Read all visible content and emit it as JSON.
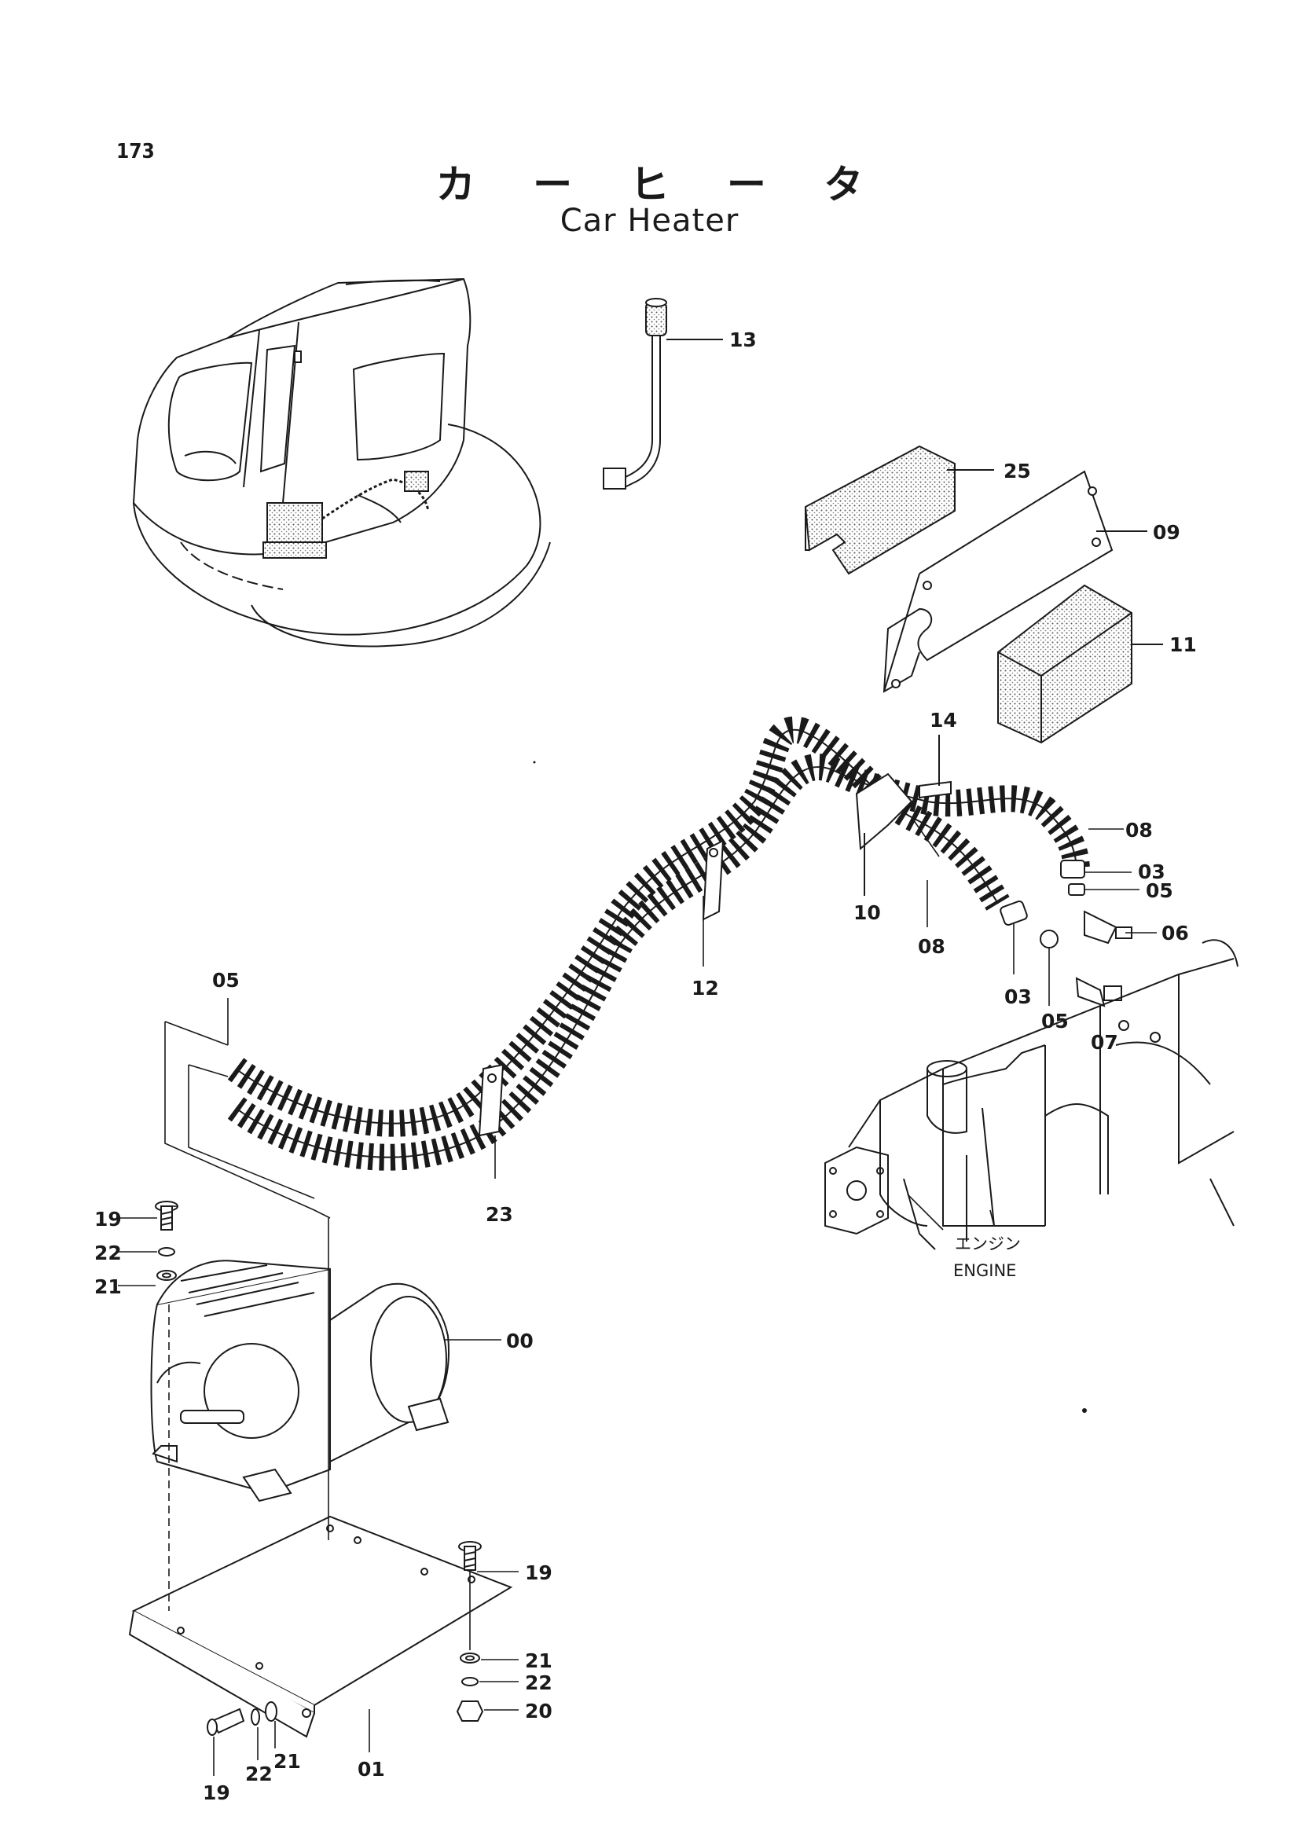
{
  "page": {
    "number": "173"
  },
  "title": {
    "japanese": "カ ー ヒ ー タ",
    "english": "Car Heater"
  },
  "engine_label": {
    "japanese": "エンジン",
    "english": "ENGINE"
  },
  "callouts": [
    "13",
    "25",
    "09",
    "11",
    "14",
    "08",
    "03",
    "05",
    "10",
    "06",
    "08",
    "12",
    "03",
    "05",
    "07",
    "05",
    "23",
    "19",
    "22",
    "21",
    "00",
    "19",
    "21",
    "22",
    "20",
    "01",
    "19",
    "22",
    "21"
  ]
}
